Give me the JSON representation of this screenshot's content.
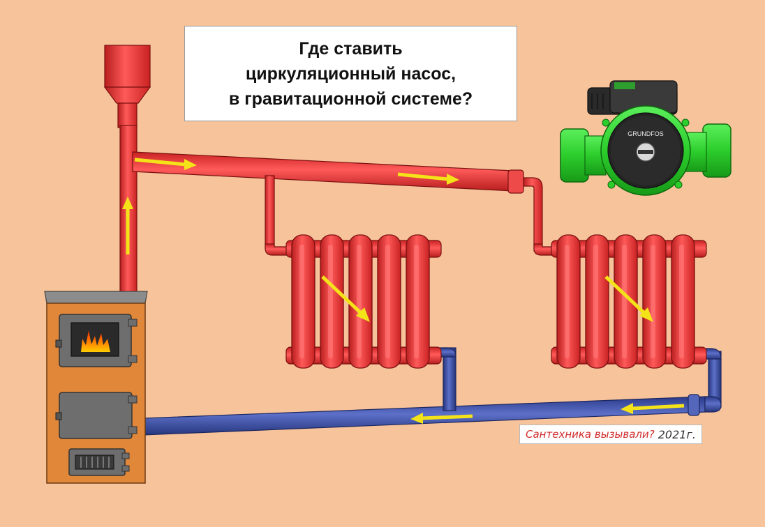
{
  "title": {
    "line1": "Где ставить",
    "line2": "циркуляционный насос,",
    "line3": "в гравитационной системе?"
  },
  "pump": {
    "brand": "GRUNDFOS"
  },
  "watermark": {
    "text": "Сантехника вызывали?",
    "year": "2021г."
  },
  "colors": {
    "background": "#f6c39a",
    "hot_pipe": "#ee3b3b",
    "cold_pipe": "#3f4fa3",
    "arrow": "#f5e31a",
    "boiler": "#e0873a",
    "pump": "#2ed12e"
  }
}
